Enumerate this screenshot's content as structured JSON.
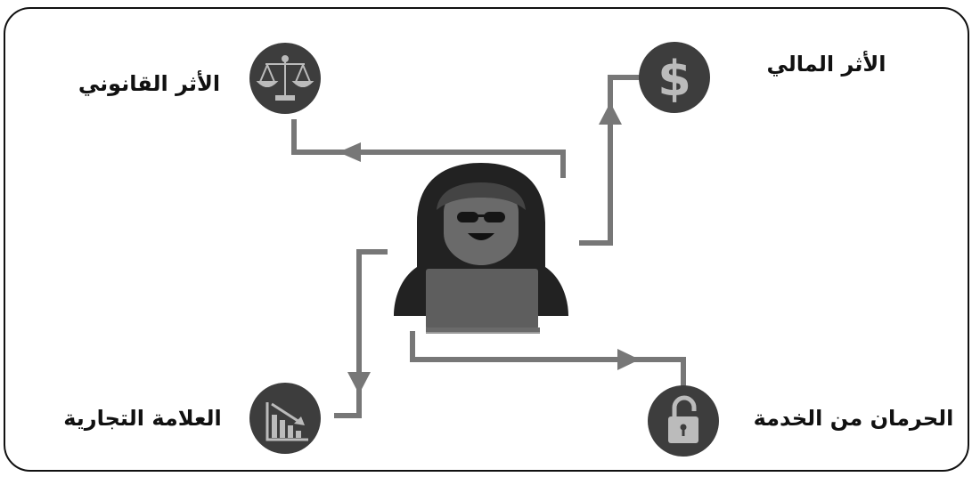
{
  "nodes": {
    "financial_impact": {
      "label": "الأثر المالي",
      "icon": "dollar-icon"
    },
    "legal_impact": {
      "label": "الأثر القانوني",
      "icon": "scales-icon"
    },
    "brand_impact": {
      "label": "العلامة التجارية",
      "icon": "declining-chart-icon"
    },
    "service_denial": {
      "label": "الحرمان من الخدمة",
      "icon": "lock-icon"
    }
  },
  "center": {
    "icon": "hacker-icon"
  },
  "colors": {
    "connector": "#777777",
    "icon_circle": "#3d3d3d",
    "icon_fg": "#bbbbbb",
    "hood": "#222222",
    "laptop": "#5e5e5e",
    "text": "#111111"
  }
}
